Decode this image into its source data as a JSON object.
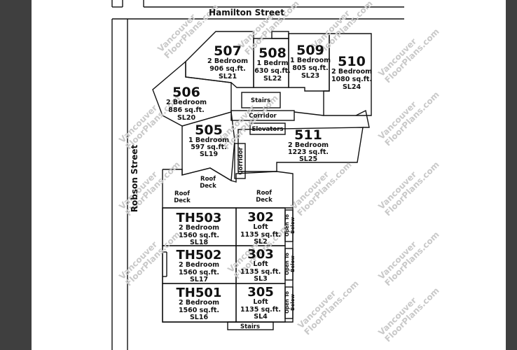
{
  "streets": {
    "north": "Hamilton Street",
    "west": "Robson Street"
  },
  "watermark": [
    "Vancouver",
    "FloorPlans.com"
  ],
  "units": {
    "u507": {
      "number": "507",
      "lines": [
        "2 Bedroom",
        "906 sq.ft.",
        "SL21"
      ]
    },
    "u508": {
      "number": "508",
      "lines": [
        "1 Bedrm",
        "630 sq.ft.",
        "SL22"
      ]
    },
    "u509": {
      "number": "509",
      "lines": [
        "1 Bedroom",
        "805 sq.ft.",
        "SL23"
      ]
    },
    "u510": {
      "number": "510",
      "lines": [
        "2 Bedroom",
        "1080 sq.ft.",
        "SL24"
      ]
    },
    "u506": {
      "number": "506",
      "lines": [
        "2 Bedroom",
        "886 sq.ft.",
        "SL20"
      ]
    },
    "u505": {
      "number": "505",
      "lines": [
        "1 Bedroom",
        "597 sq.ft.",
        "SL19"
      ]
    },
    "u511": {
      "number": "511",
      "lines": [
        "2 Bedroom",
        "1223 sq.ft.",
        "SL25"
      ]
    },
    "th503": {
      "number": "TH503",
      "lines": [
        "2 Bedroom",
        "1560 sq.ft.",
        "SL18"
      ]
    },
    "th502": {
      "number": "TH502",
      "lines": [
        "2 Bedroom",
        "1560 sq.ft.",
        "SL17"
      ]
    },
    "th501": {
      "number": "TH501",
      "lines": [
        "2 Bedroom",
        "1560 sq.ft.",
        "SL16"
      ]
    },
    "u302": {
      "number": "302",
      "lines": [
        "Loft",
        "1135 sq.ft.",
        "SL2"
      ]
    },
    "u303": {
      "number": "303",
      "lines": [
        "Loft",
        "1135 sq.ft.",
        "SL3"
      ]
    },
    "u305": {
      "number": "305",
      "lines": [
        "Loft",
        "1135 sq.ft.",
        "SL4"
      ]
    }
  },
  "common": {
    "stairs_top": "Stairs",
    "corridor_h": "Corridor",
    "elevators": "Elevators",
    "corridor_v": "Corridor",
    "roof_deck_1": [
      "Roof",
      "Deck"
    ],
    "roof_deck_2": [
      "Roof",
      "Deck"
    ],
    "roof_deck_3": [
      "Roof",
      "Deck"
    ],
    "open_below_1": [
      "Open To",
      "Below"
    ],
    "open_below_2": [
      "Open To",
      "Below"
    ],
    "open_below_3": [
      "Open To",
      "Below"
    ],
    "stairs_bottom": "Stairs"
  }
}
